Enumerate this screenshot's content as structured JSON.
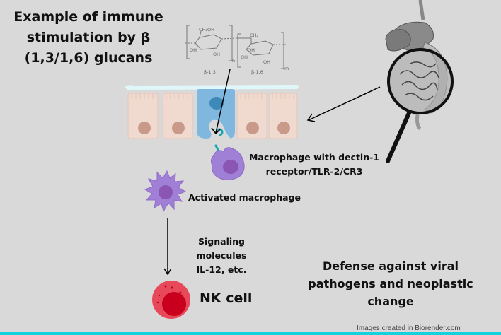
{
  "title": {
    "line1": "Example of immune",
    "line2": "stimulation by β",
    "line3": "(1,3/1,6) glucans"
  },
  "structure": {
    "group1_top": "CH₂OH",
    "oh": "OH",
    "ch2": "CH₂",
    "subscript_n": "n",
    "subscript_m": "m",
    "label_13": "β-1,3",
    "label_16": "β-1,6"
  },
  "labels": {
    "macrophage_line1": "Macrophage with dectin-1",
    "macrophage_line2": "receptor/TLR-2/CR3",
    "activated_macrophage": "Activated macrophage",
    "signaling_line1": "Signaling molecules",
    "signaling_line2": "IL-12, etc.",
    "nk_cell": "NK cell",
    "defense_line1": "Defense against viral",
    "defense_line2": "pathogens and neoplastic",
    "defense_line3": "change"
  },
  "footer": {
    "credit": "Images created in Biorender.com"
  },
  "colors": {
    "background": "#d9d9d9",
    "epithelial_cell": "#f0d9cf",
    "epithelial_nucleus": "#c99a8a",
    "m_cell": "#7fb7de",
    "macrophage": "#a07fd6",
    "macrophage_nucleus": "#8a55b3",
    "nk_cell": "#e8495a",
    "nk_nucleus": "#c8001e",
    "accent_bar": "#17d0dd"
  }
}
